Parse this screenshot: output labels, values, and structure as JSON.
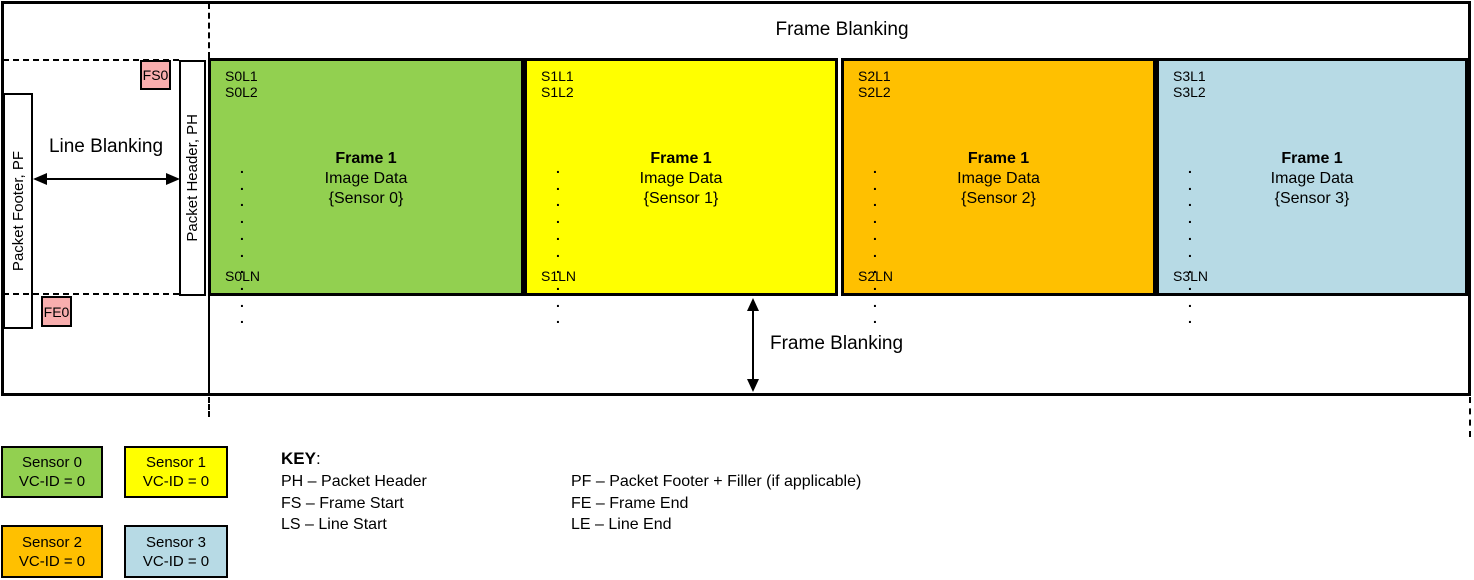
{
  "diagram": {
    "frame_blanking_top": "Frame Blanking",
    "frame_blanking_bottom": "Frame Blanking",
    "line_blanking": "Line Blanking",
    "packet_header_label": "Packet Header, PH",
    "packet_footer_label": "Packet Footer, PF",
    "fs_marker": "FS0",
    "fe_marker": "FE0",
    "frames": [
      {
        "line_labels_top": "S0L1\nS0L2",
        "dots": ".\n.\n.\n.\n.\n.\n.\n.\n.\n.",
        "line_label_bottom": "S0LN",
        "center_title": "Frame 1",
        "center_line2": "Image Data",
        "center_line3": "{Sensor 0}"
      },
      {
        "line_labels_top": "S1L1\nS1L2",
        "dots": ".\n.\n.\n.\n.\n.\n.\n.\n.\n.",
        "line_label_bottom": "S1LN",
        "center_title": "Frame 1",
        "center_line2": "Image Data",
        "center_line3": "{Sensor 1}"
      },
      {
        "line_labels_top": "S2L1\nS2L2",
        "dots": ".\n.\n.\n.\n.\n.\n.\n.\n.\n.",
        "line_label_bottom": "S2LN",
        "center_title": "Frame 1",
        "center_line2": "Image Data",
        "center_line3": "{Sensor 2}"
      },
      {
        "line_labels_top": "S3L1\nS3L2",
        "dots": ".\n.\n.\n.\n.\n.\n.\n.\n.\n.",
        "line_label_bottom": "S3LN",
        "center_title": "Frame 1",
        "center_line2": "Image Data",
        "center_line3": "{Sensor 3}"
      }
    ]
  },
  "legend": [
    {
      "name": "Sensor 0",
      "vc_id": "VC-ID = 0"
    },
    {
      "name": "Sensor 1",
      "vc_id": "VC-ID = 0"
    },
    {
      "name": "Sensor 2",
      "vc_id": "VC-ID = 0"
    },
    {
      "name": "Sensor 3",
      "vc_id": "VC-ID = 0"
    }
  ],
  "key": {
    "title": "KEY",
    "colon": ":",
    "left": [
      "PH – Packet Header",
      "FS – Frame Start",
      "LS – Line Start"
    ],
    "right": [
      "PF – Packet Footer + Filler (if applicable)",
      "FE – Frame End",
      "LE – Line End"
    ]
  },
  "colors": {
    "sensor0_green": "#92D050",
    "sensor1_yellow": "#FFFF00",
    "sensor2_orange": "#FFC000",
    "sensor3_blue": "#B7DAE5",
    "marker_pink": "#F8AEAE",
    "line_black": "#000000"
  }
}
